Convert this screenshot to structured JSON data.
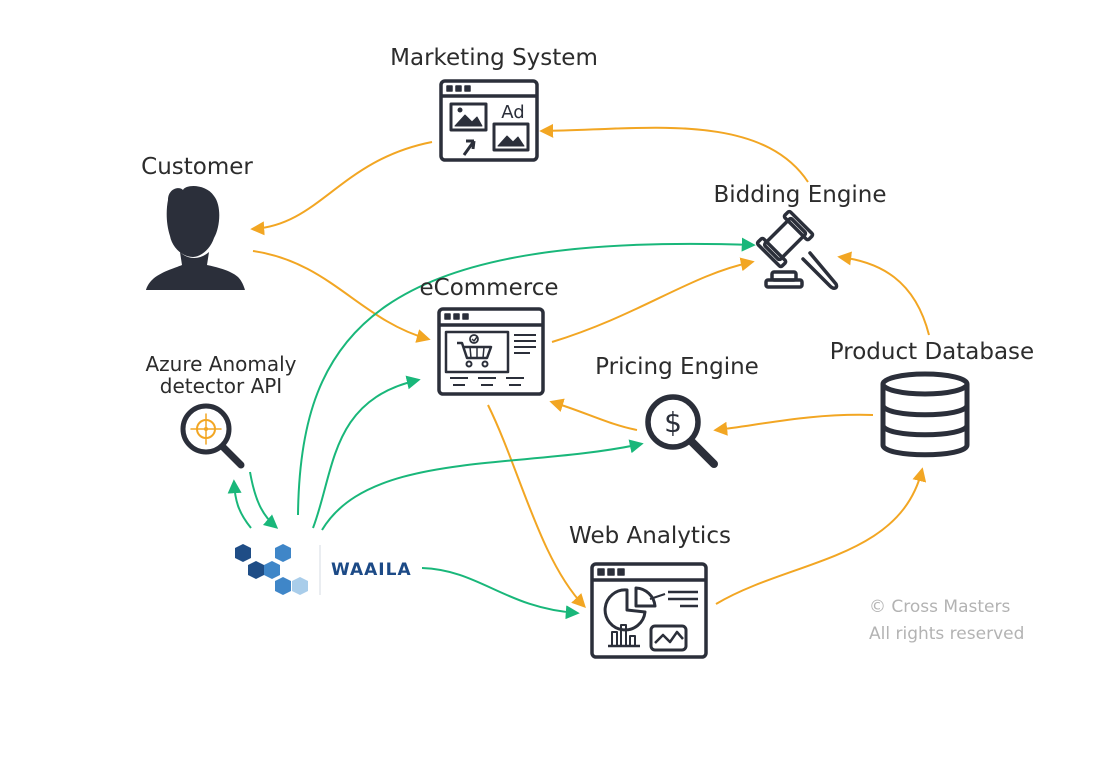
{
  "nodes": {
    "marketing": {
      "label": "Marketing System",
      "ad_text": "Ad"
    },
    "customer": {
      "label": "Customer"
    },
    "bidding": {
      "label": "Bidding Engine"
    },
    "ecommerce": {
      "label": "eCommerce"
    },
    "azure": {
      "label_line1": "Azure Anomaly",
      "label_line2": "detector API"
    },
    "pricing": {
      "label": "Pricing Engine",
      "symbol": "$"
    },
    "product_db": {
      "label": "Product Database"
    },
    "web_analytics": {
      "label": "Web Analytics"
    },
    "waaila": {
      "label": "WAAILA"
    }
  },
  "copyright": {
    "line1": "© Cross Masters",
    "line2": "All rights reserved"
  },
  "colors": {
    "icon": "#2b2f3a",
    "orange_arrow": "#f2a623",
    "green_arrow": "#19b77a",
    "hex_dark": "#1f4d86",
    "hex_mid": "#3f86c8",
    "hex_light": "#a9cdea"
  }
}
